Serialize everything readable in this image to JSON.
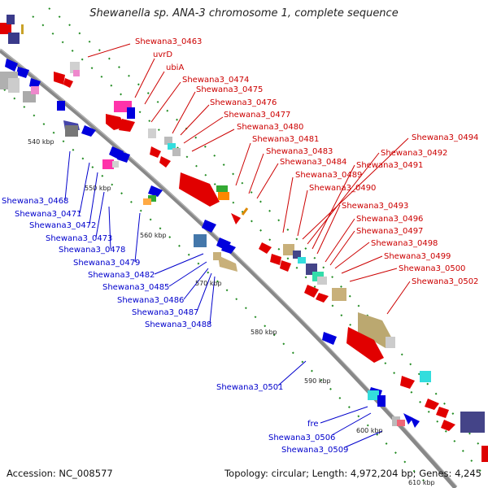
{
  "title": "Shewanella sp. ANA-3 chromosome 1, complete sequence",
  "footer": {
    "accession": "Accession: NC_008577",
    "summary": "Topology: circular; Length: 4,972,204 bp; Genes: 4,245"
  },
  "ticks": [
    "540 kbp",
    "550 kbp",
    "560 kbp",
    "570 kbp",
    "580 kbp",
    "590 kbp",
    "600 kbp",
    "610 kbp"
  ],
  "labels_top": [
    "Shewana3_0463",
    "uvrD",
    "ubiA",
    "Shewana3_0474",
    "Shewana3_0475",
    "Shewana3_0476",
    "Shewana3_0477",
    "Shewana3_0480",
    "Shewana3_0481",
    "Shewana3_0483",
    "Shewana3_0484",
    "Shewana3_0489",
    "Shewana3_0490",
    "Shewana3_0494",
    "Shewana3_0492",
    "Shewana3_0491",
    "Shewana3_0493",
    "Shewana3_0496",
    "Shewana3_0497",
    "Shewana3_0498",
    "Shewana3_0499",
    "Shewana3_0500",
    "Shewana3_0502"
  ],
  "labels_bottom": [
    "Shewana3_0468",
    "Shewana3_0471",
    "Shewana3_0472",
    "Shewana3_0473",
    "Shewana3_0478",
    "Shewana3_0479",
    "Shewana3_0482",
    "Shewana3_0485",
    "Shewana3_0486",
    "Shewana3_0487",
    "Shewana3_0488",
    "Shewana3_0501",
    "fre",
    "Shewana3_0506",
    "Shewana3_0509"
  ],
  "colors": {
    "forward_label": "#cc0000",
    "reverse_label": "#0000cc",
    "backbone": "#888888",
    "gc_dots": "#228b22"
  }
}
